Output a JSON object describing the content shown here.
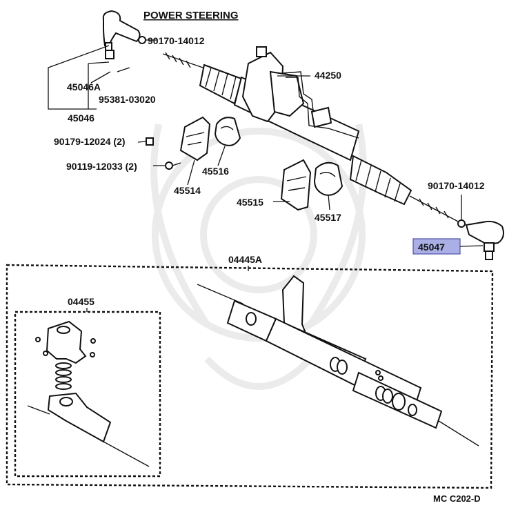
{
  "diagram": {
    "title": "POWER STEERING",
    "footer_code": "MC C202-D",
    "highlight_color": "#aab0e6",
    "labels": {
      "p90170_top": "90170-14012",
      "p44250": "44250",
      "p45046A": "45046A",
      "p95381": "95381-03020",
      "p45046": "45046",
      "p90179": "90179-12024 (2)",
      "p90119": "90119-12033 (2)",
      "p45516": "45516",
      "p45514": "45514",
      "p45515": "45515",
      "p45517": "45517",
      "p90170_right": "90170-14012",
      "p45047": "45047",
      "p04445A": "04445A",
      "p04455": "04455"
    }
  }
}
